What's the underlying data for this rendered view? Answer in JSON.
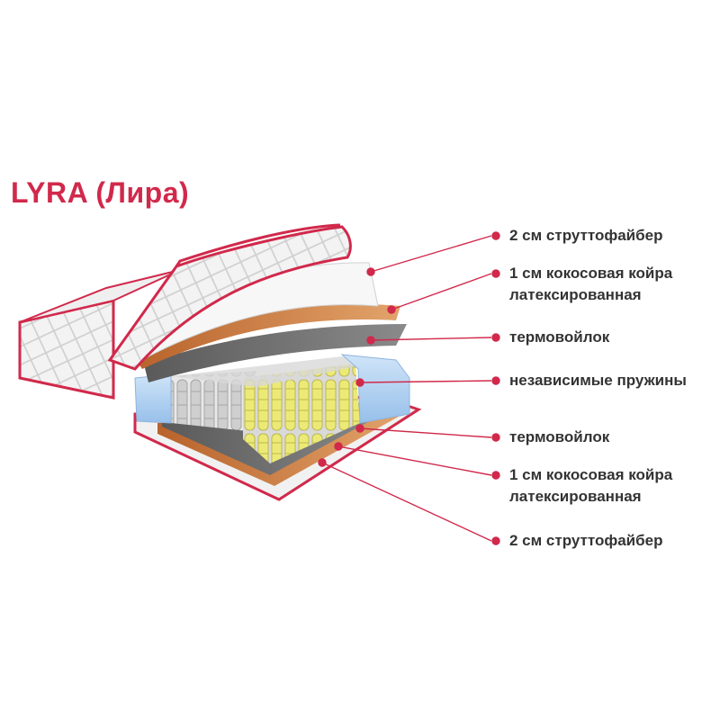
{
  "title": "LYRA (Лира)",
  "colors": {
    "accent": "#d1294b",
    "label_text": "#333333",
    "foam": "#a9cdf0",
    "spring": "#ece76c",
    "coir": "#c9773a"
  },
  "layers": [
    {
      "lines": [
        "2 см струттофайбер"
      ]
    },
    {
      "lines": [
        "1 см кокосовая койра",
        "латексированная"
      ]
    },
    {
      "lines": [
        "термовойлок"
      ]
    },
    {
      "lines": [
        "независимые пружины"
      ]
    },
    {
      "lines": [
        "термовойлок"
      ]
    },
    {
      "lines": [
        "1 см кокосовая койра",
        "латексированная"
      ]
    },
    {
      "lines": [
        "2 см струттофайбер"
      ]
    }
  ]
}
